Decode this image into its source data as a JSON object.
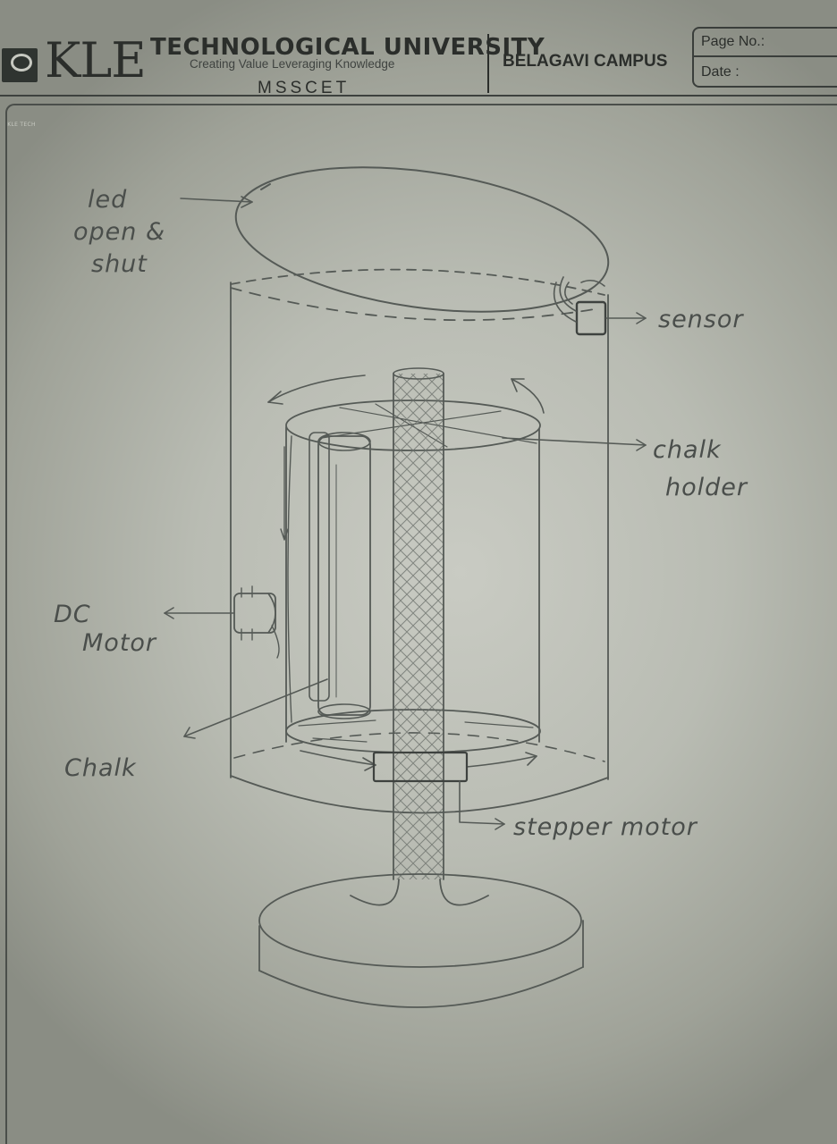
{
  "header": {
    "logo_name": "KLE",
    "university": "TECHNOLOGICAL UNIVERSITY",
    "tagline": "Creating Value Leveraging Knowledge",
    "college": "MSSCET",
    "campus": "BELAGAVI CAMPUS",
    "page_no_label": "Page No.:",
    "date_label": "Date :",
    "logo_caption": "KLE TECH"
  },
  "diagram": {
    "labels": {
      "lid_line1": "led",
      "lid_line2": "open &",
      "lid_line3": "shut",
      "sensor": "sensor",
      "chalk_holder_line1": "chalk",
      "chalk_holder_line2": "holder",
      "dc_motor_line1": "DC",
      "dc_motor_line2": "Motor",
      "chalk": "Chalk",
      "stepper_motor": "stepper motor"
    }
  },
  "colors": {
    "paper": "#c3c5bd",
    "pencil": "#555a56",
    "ink": "#2b2e2b"
  }
}
